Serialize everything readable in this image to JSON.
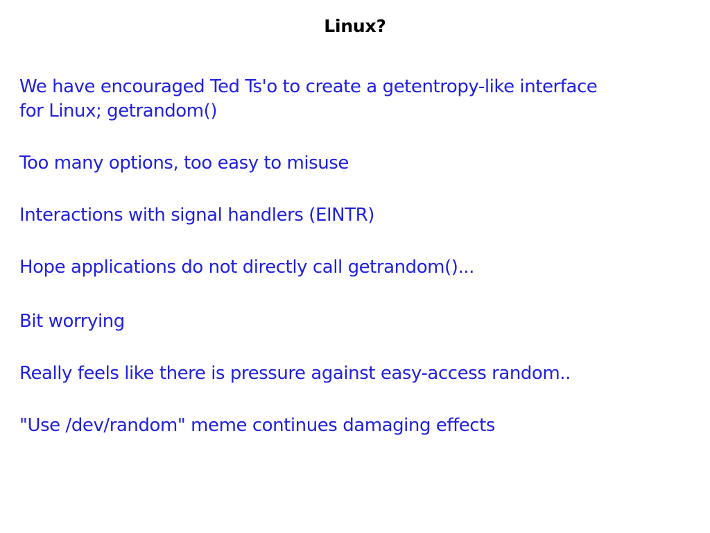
{
  "slide": {
    "title": "Linux?",
    "background_color": "#ffffff",
    "title_color": "#000000",
    "body_color": "#2020dd",
    "paragraphs": [
      {
        "id": "getentropy-like-interface",
        "lines": [
          "We have encouraged Ted Ts'o to create a getentropy-like interface",
          "for Linux; getrandom()"
        ]
      },
      {
        "id": "too-many-options",
        "lines": [
          "Too many options, too easy to misuse"
        ]
      },
      {
        "id": "signal-handlers",
        "lines": [
          "Interactions with signal handlers (EINTR)"
        ]
      },
      {
        "id": "hope-applications",
        "lines": [
          "Hope applications do not directly call getrandom()..."
        ]
      },
      {
        "id": "bit-worrying",
        "lines": [
          "Bit worrying"
        ]
      },
      {
        "id": "pressure-against-easy-access",
        "lines": [
          "Really feels like there is pressure against easy-access random.."
        ]
      },
      {
        "id": "dev-random-meme",
        "lines": [
          "\"Use /dev/random\" meme continues damaging effects"
        ]
      }
    ]
  }
}
